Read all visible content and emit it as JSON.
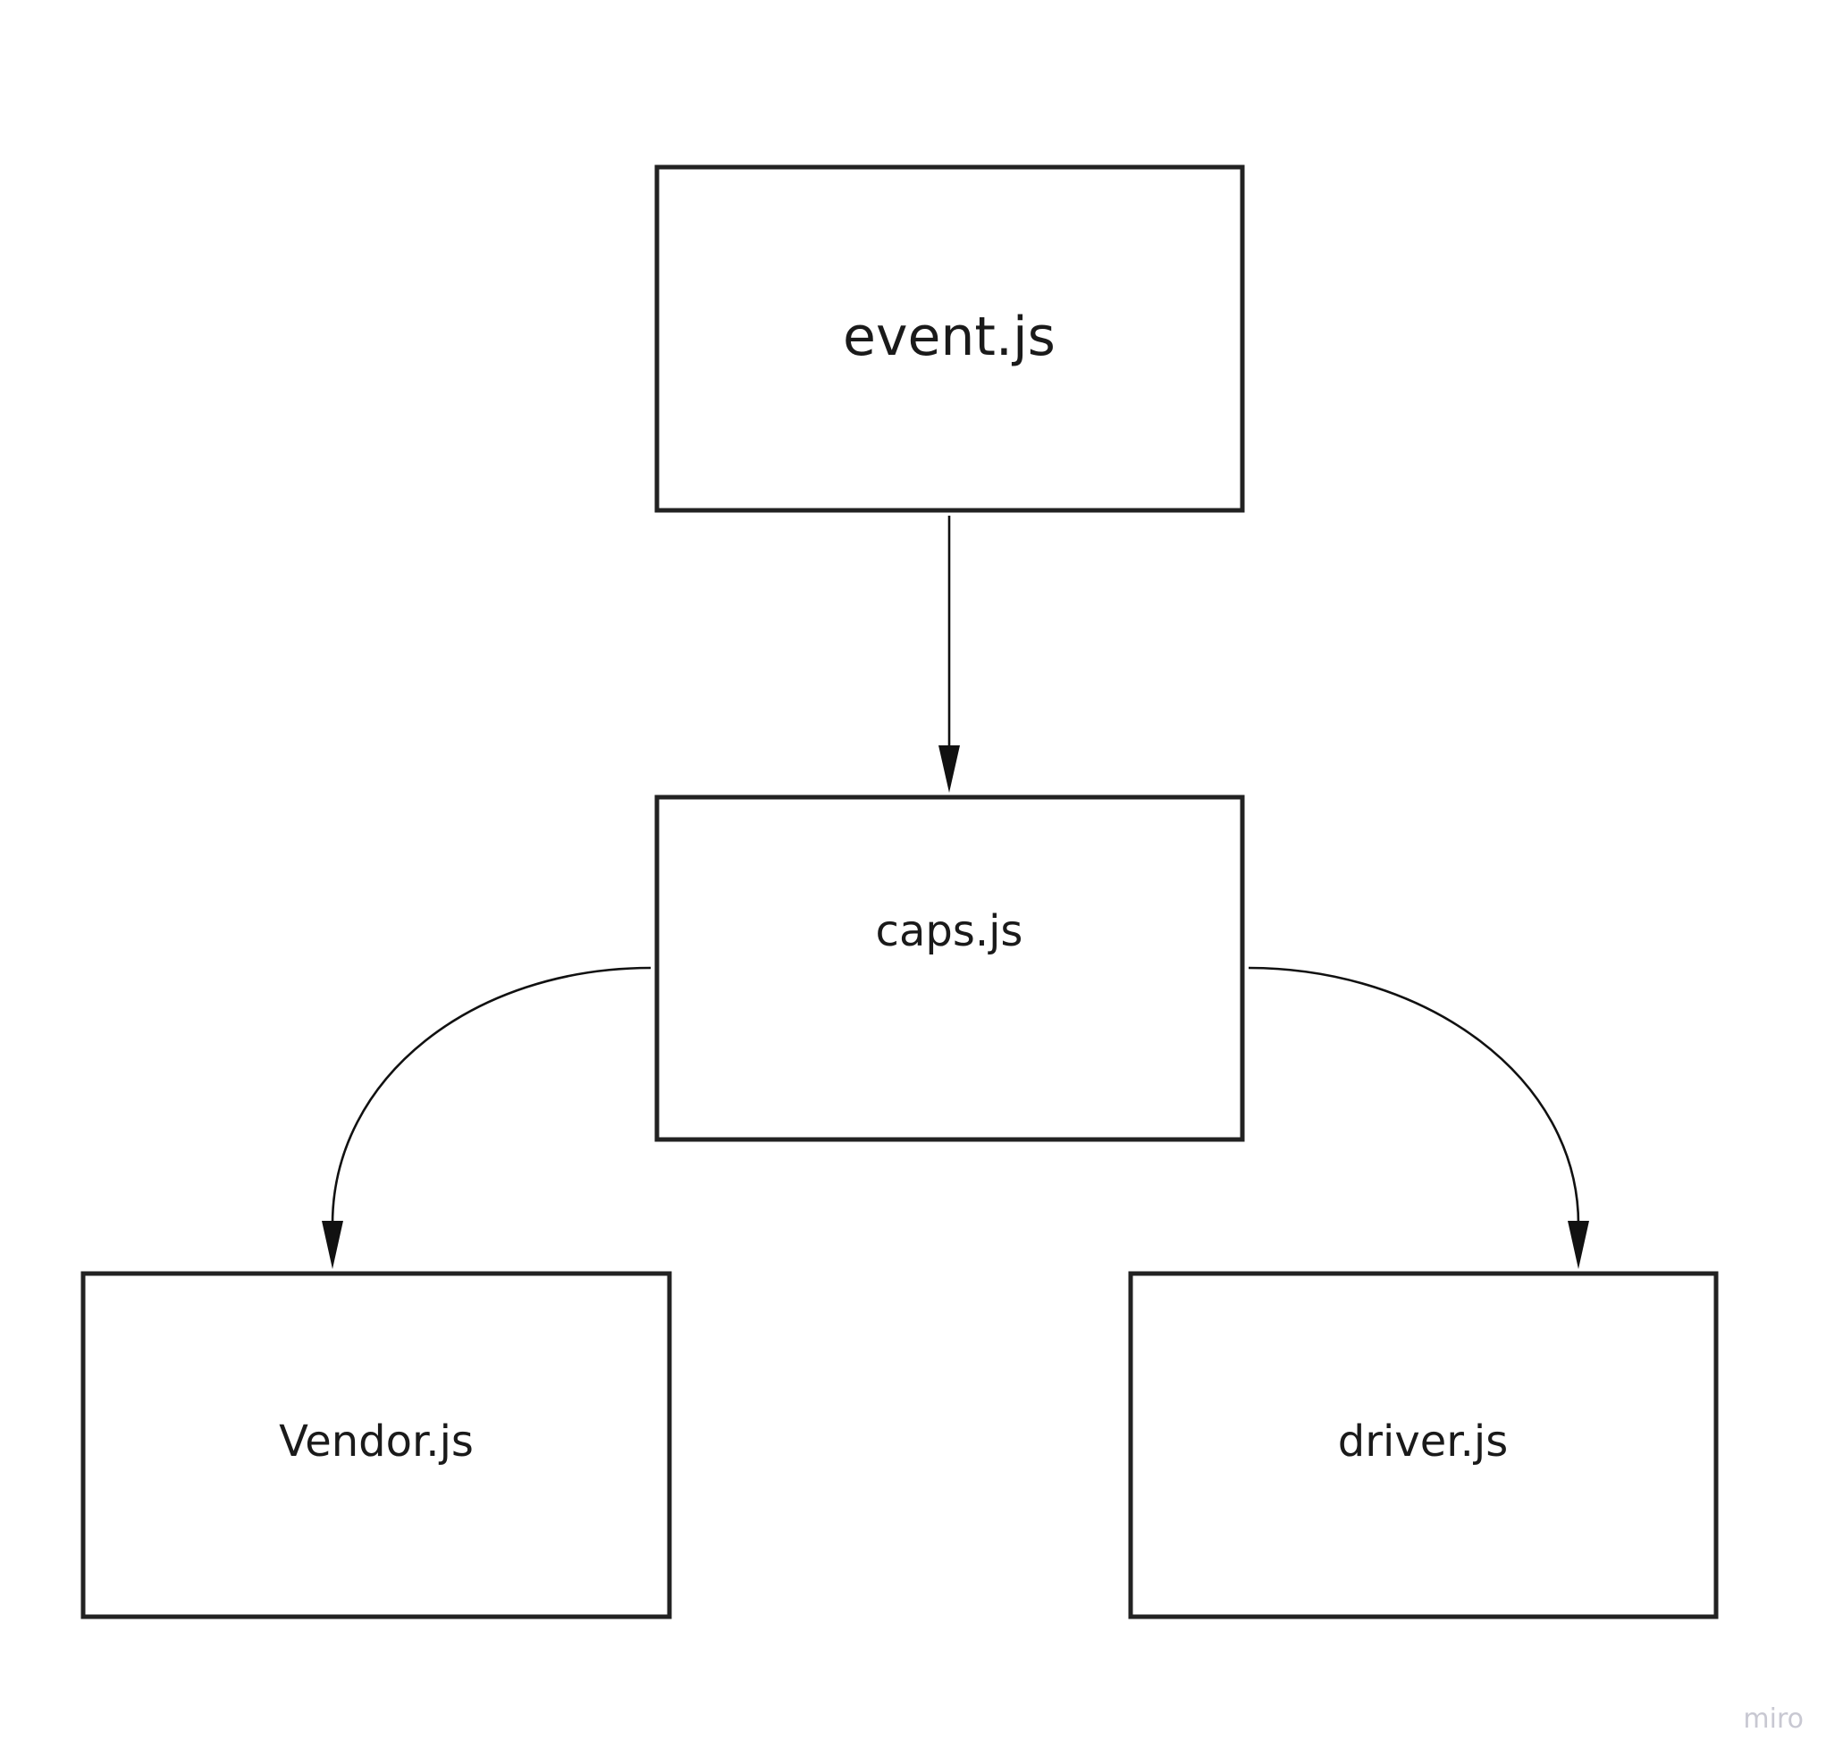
{
  "diagram": {
    "nodes": [
      {
        "id": "event",
        "label": "event.js"
      },
      {
        "id": "caps",
        "label": "caps.js"
      },
      {
        "id": "vendor",
        "label": "Vendor.js"
      },
      {
        "id": "driver",
        "label": "driver.js"
      }
    ],
    "edges": [
      {
        "from": "event",
        "to": "caps"
      },
      {
        "from": "caps",
        "to": "vendor"
      },
      {
        "from": "caps",
        "to": "driver"
      }
    ]
  },
  "watermark": "miro"
}
